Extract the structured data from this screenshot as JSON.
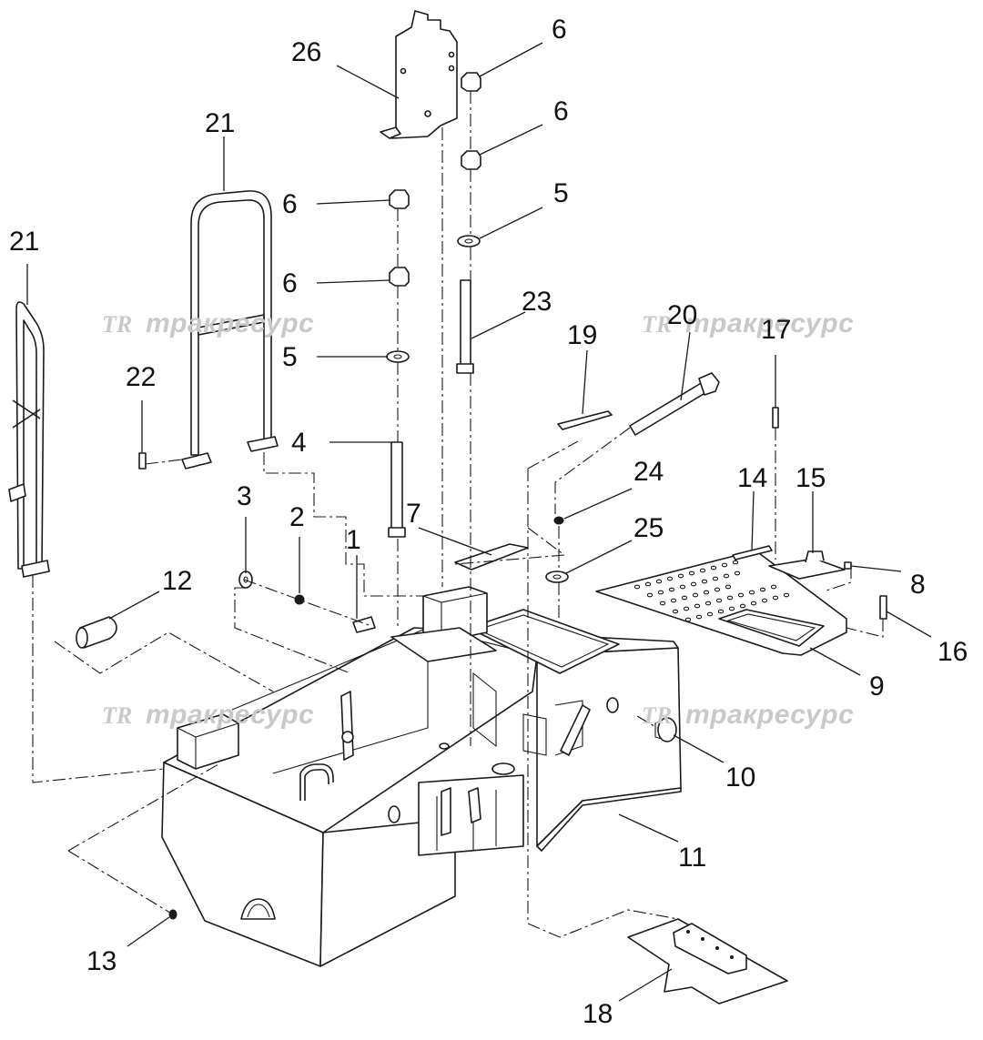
{
  "callouts": {
    "c1": "1",
    "c2": "2",
    "c3": "3",
    "c4": "4",
    "c5a": "5",
    "c5b": "5",
    "c6a": "6",
    "c6b": "6",
    "c6c": "6",
    "c6d": "6",
    "c7": "7",
    "c8": "8",
    "c9": "9",
    "c10": "10",
    "c11": "11",
    "c12": "12",
    "c13": "13",
    "c14": "14",
    "c15": "15",
    "c16": "16",
    "c17": "17",
    "c18": "18",
    "c19": "19",
    "c20": "20",
    "c21a": "21",
    "c21b": "21",
    "c22": "22",
    "c23": "23",
    "c24": "24",
    "c25": "25",
    "c26": "26"
  },
  "watermark": {
    "logo": "TR",
    "text": "тракресурс",
    "color": "#c9c9c9"
  }
}
